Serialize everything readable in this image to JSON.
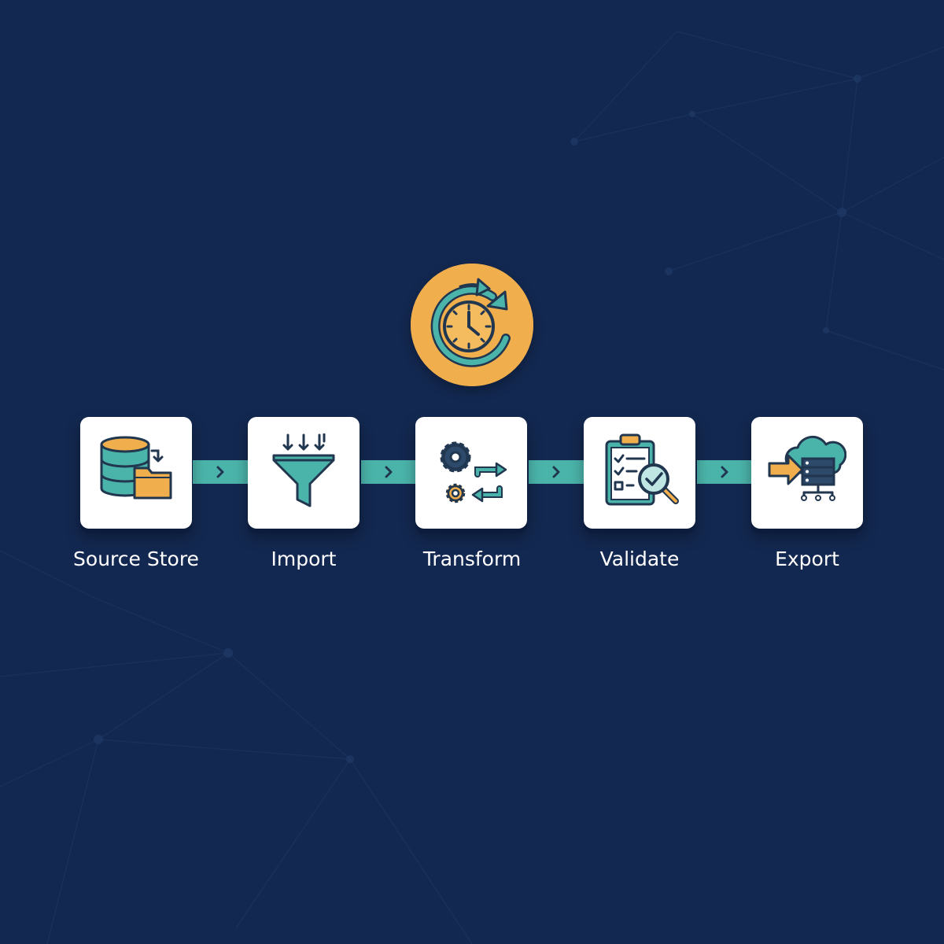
{
  "steps": [
    {
      "label": "Source Store",
      "icon": "database-folder-icon"
    },
    {
      "label": "Import",
      "icon": "funnel-icon"
    },
    {
      "label": "Transform",
      "icon": "gears-sync-icon"
    },
    {
      "label": "Validate",
      "icon": "clipboard-check-icon"
    },
    {
      "label": "Export",
      "icon": "cloud-server-icon"
    }
  ],
  "schedule_icon": "clock-refresh-icon",
  "colors": {
    "background": "#132850",
    "teal": "#4BB4AA",
    "amber": "#F0AE4C",
    "navy_stroke": "#21364F",
    "card": "#FFFFFF"
  }
}
